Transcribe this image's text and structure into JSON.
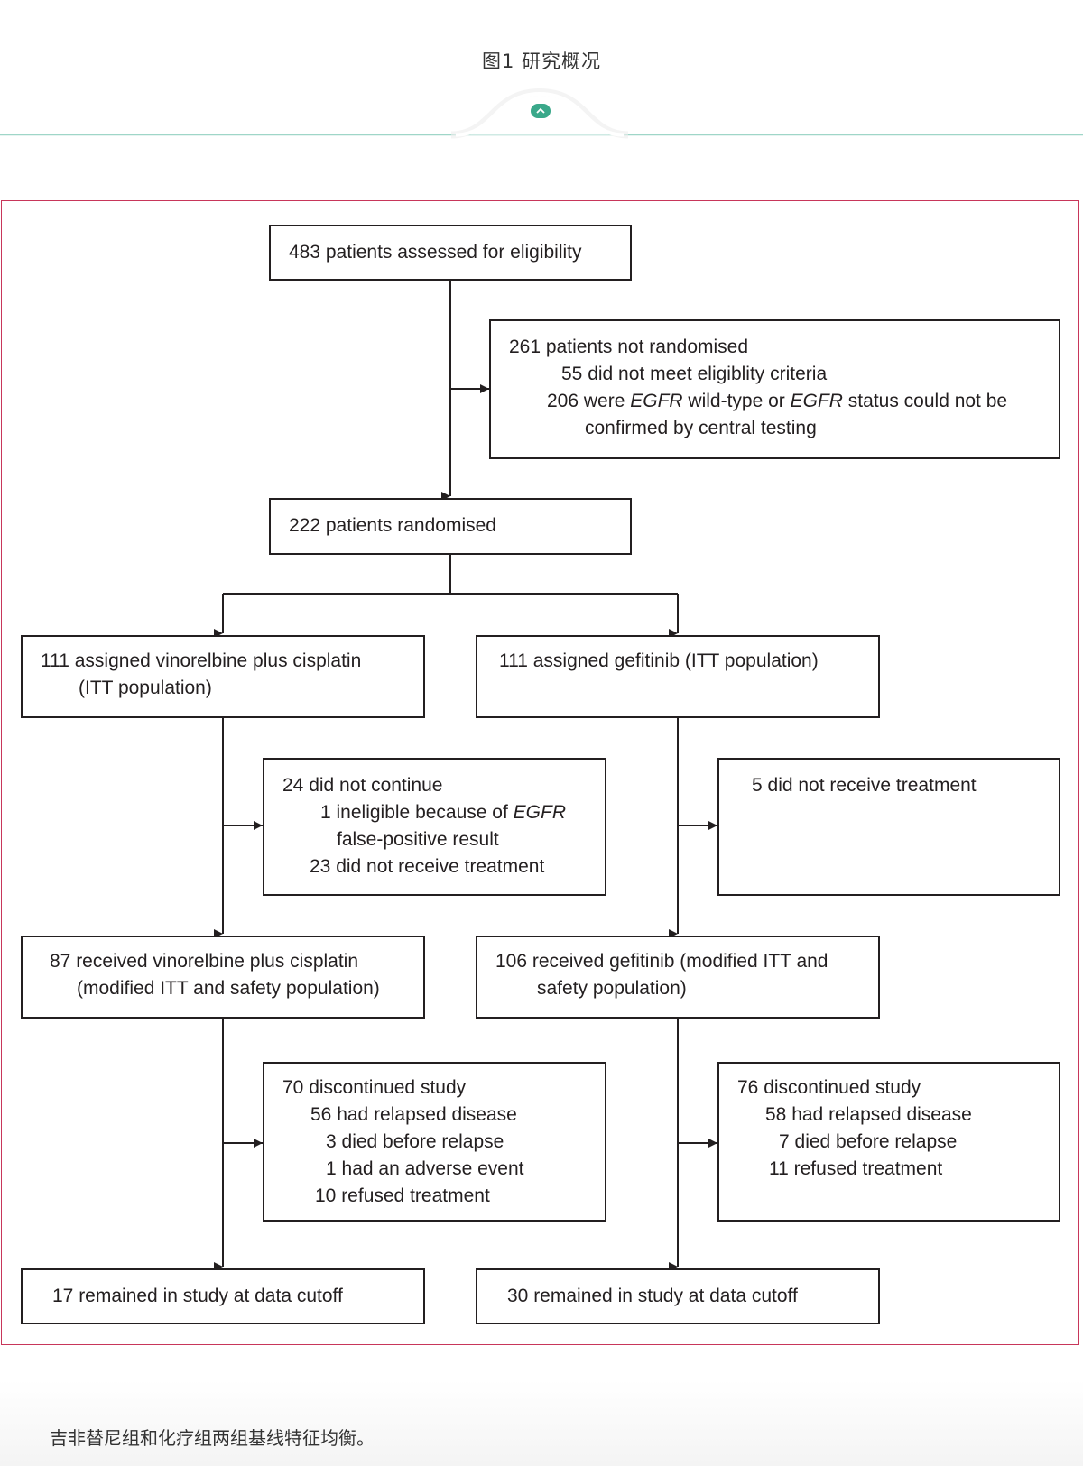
{
  "header": {
    "title": "图1 研究概况"
  },
  "flowchart": {
    "assessed": "483 patients assessed for eligibility",
    "not_randomised": {
      "title": "261 patients not randomised",
      "line1": "55 did not meet eligiblity criteria",
      "line2_a": "206 were ",
      "line2_gene1": "EGFR",
      "line2_b": " wild-type or ",
      "line2_gene2": "EGFR",
      "line2_c": " status could not be",
      "line3": "confirmed by central testing"
    },
    "randomised": "222 patients randomised",
    "arm_left": {
      "assigned_1": "111 assigned vinorelbine plus cisplatin",
      "assigned_2": "(ITT population)",
      "not_continue_title": "24 did not continue",
      "ineligible_a": "1 ineligible because of ",
      "ineligible_gene": "EGFR",
      "ineligible_b": "false-positive result",
      "no_treatment": "23 did not receive treatment",
      "received_1": "87 received vinorelbine plus cisplatin",
      "received_2": "(modified ITT and safety population)",
      "discontinued_title": "70 discontinued study",
      "disc_1": "56 had relapsed disease",
      "disc_2": "3 died before relapse",
      "disc_3": "1 had an adverse event",
      "disc_4": "10 refused treatment",
      "remained": "17 remained in study at data cutoff"
    },
    "arm_right": {
      "assigned": "111 assigned gefitinib (ITT population)",
      "no_treatment": "5 did not receive treatment",
      "received_1": "106 received gefitinib (modified ITT and",
      "received_2": "safety population)",
      "discontinued_title": "76 discontinued study",
      "disc_1": "58 had relapsed disease",
      "disc_2": "7 died before relapse",
      "disc_3": "11 refused treatment",
      "remained": "30 remained in study at data cutoff"
    }
  },
  "caption": "吉非替尼组和化疗组两组基线特征均衡。",
  "colors": {
    "frame": "#c8365a",
    "accent": "#3aa88a",
    "ink": "#231f20"
  }
}
